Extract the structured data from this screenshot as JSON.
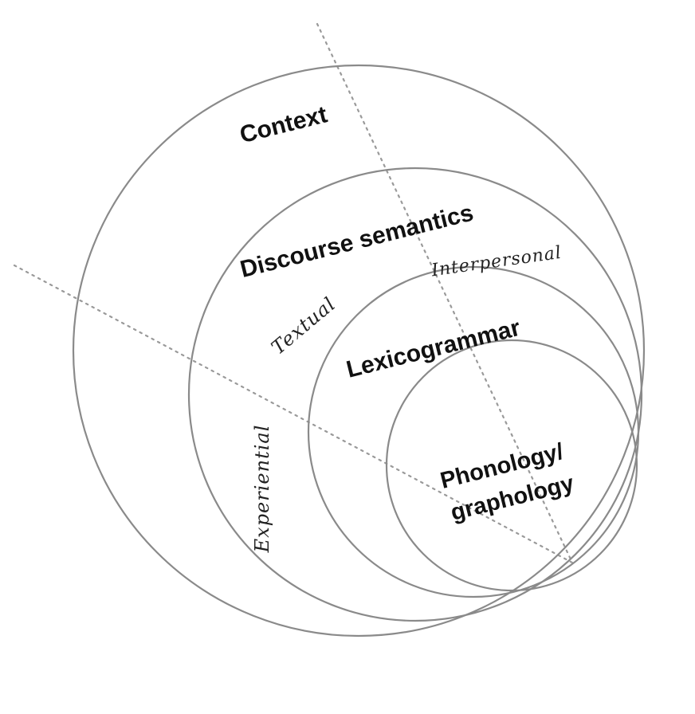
{
  "diagram": {
    "strata": [
      {
        "key": "context",
        "label": "Context"
      },
      {
        "key": "discourse",
        "label": "Discourse semantics"
      },
      {
        "key": "lexicogrammar",
        "label": "Lexicogrammar"
      },
      {
        "key": "phonology",
        "label_line1": "Phonology/",
        "label_line2": "graphology"
      }
    ],
    "metafunctions": {
      "textual": "Textual",
      "interpersonal": "Interpersonal",
      "experiential": "Experiential"
    },
    "colors": {
      "circle_stroke": "#8a8a8a",
      "dotted_line": "#9a9a9a",
      "text": "#111111",
      "background": "#ffffff"
    }
  }
}
